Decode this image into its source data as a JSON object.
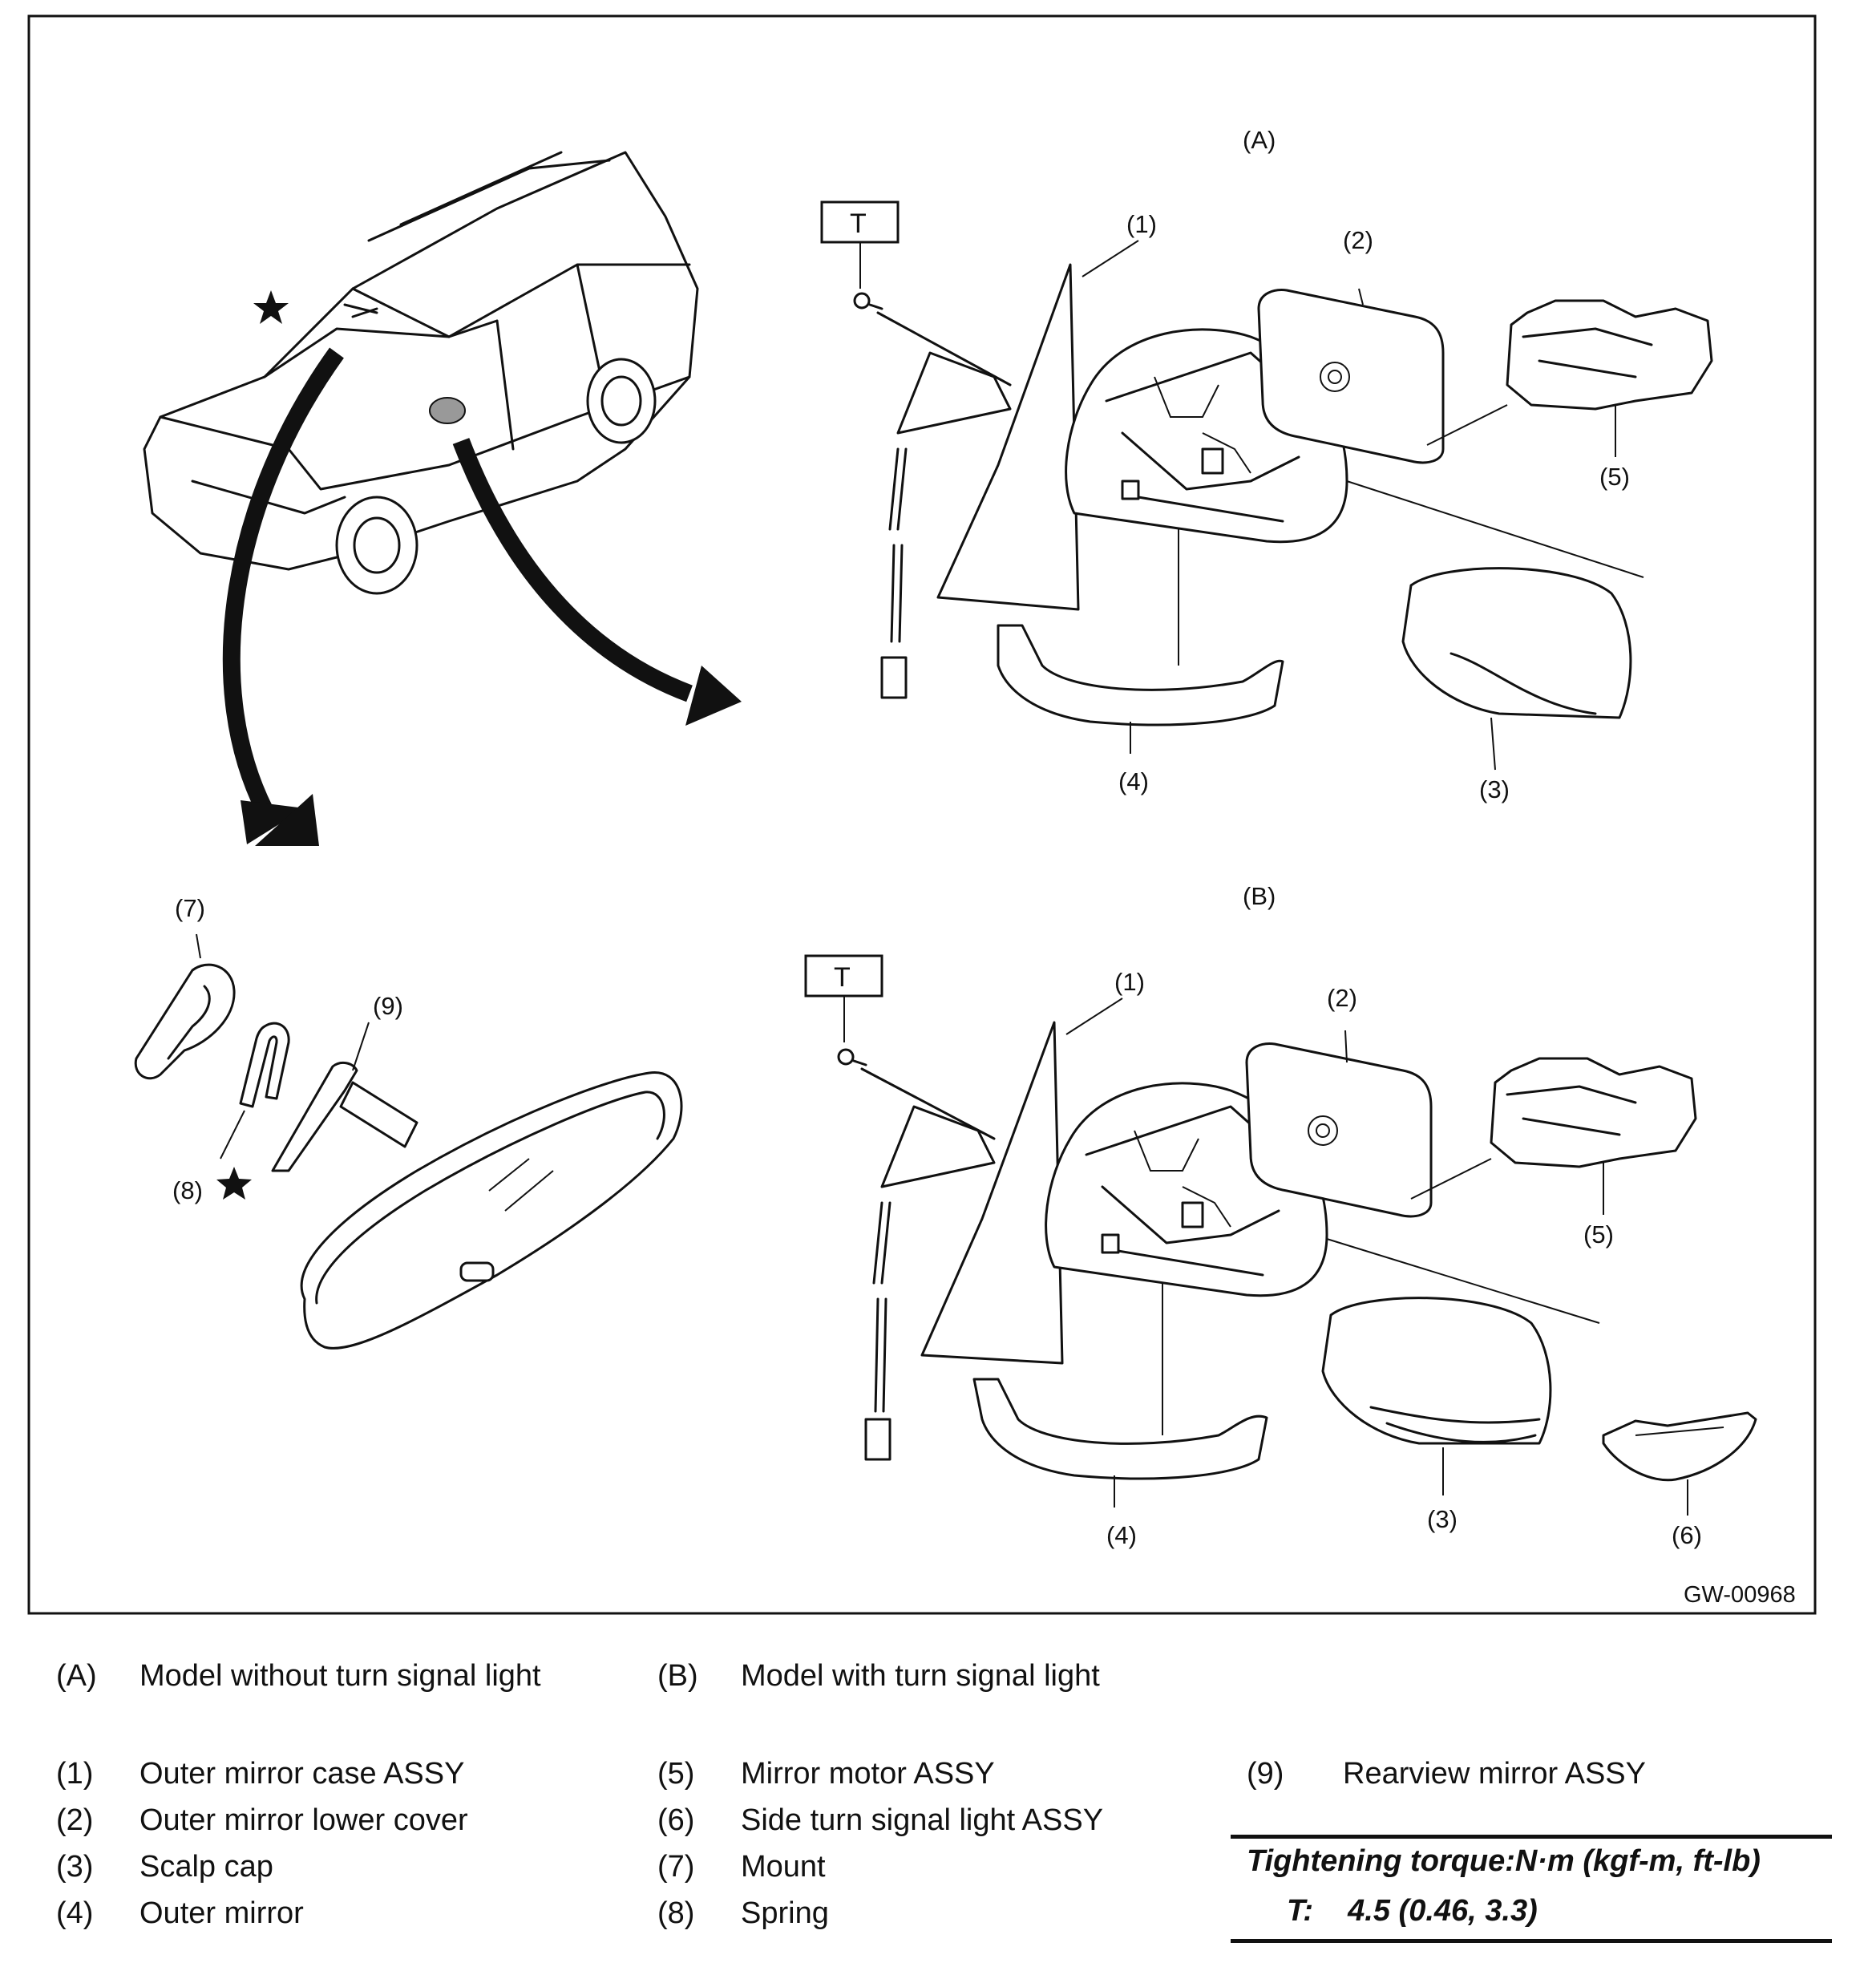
{
  "diagram": {
    "code": "GW-00968",
    "torque_mark": "T",
    "variant_a": "(A)",
    "variant_b": "(B)",
    "callouts_a": [
      "(1)",
      "(2)",
      "(3)",
      "(4)",
      "(5)"
    ],
    "callouts_b": [
      "(1)",
      "(2)",
      "(3)",
      "(4)",
      "(5)",
      "(6)"
    ],
    "callouts_interior": [
      "(7)",
      "(8)",
      "(9)"
    ],
    "star_mark": "★"
  },
  "legend": {
    "variants": [
      {
        "key": "(A)",
        "text": "Model without turn signal light"
      },
      {
        "key": "(B)",
        "text": "Model with turn signal light"
      }
    ],
    "col1": [
      {
        "key": "(1)",
        "text": "Outer mirror case ASSY"
      },
      {
        "key": "(2)",
        "text": "Outer mirror lower cover"
      },
      {
        "key": "(3)",
        "text": "Scalp cap"
      },
      {
        "key": "(4)",
        "text": "Outer mirror"
      }
    ],
    "col2": [
      {
        "key": "(5)",
        "text": "Mirror motor ASSY"
      },
      {
        "key": "(6)",
        "text": "Side turn signal light ASSY"
      },
      {
        "key": "(7)",
        "text": "Mount"
      },
      {
        "key": "(8)",
        "text": "Spring"
      }
    ],
    "col3": [
      {
        "key": "(9)",
        "text": "Rearview mirror ASSY"
      }
    ]
  },
  "torque": {
    "title": "Tightening torque:N·m (kgf-m, ft-lb)",
    "mark": "T:",
    "value": "4.5 (0.46, 3.3)"
  }
}
